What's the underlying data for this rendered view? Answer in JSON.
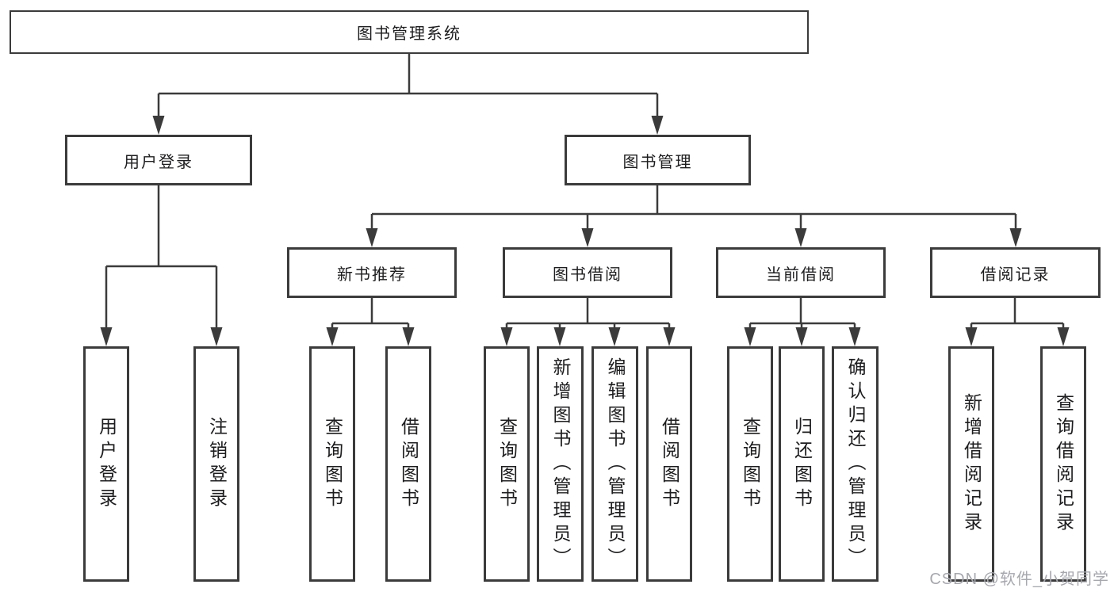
{
  "diagram": {
    "root": {
      "label": "图书管理系统"
    },
    "level2": {
      "user_login": {
        "label": "用户登录"
      },
      "book_management": {
        "label": "图书管理"
      }
    },
    "level3": {
      "new_book_recommend": {
        "label": "新书推荐"
      },
      "book_borrow": {
        "label": "图书借阅"
      },
      "current_borrow": {
        "label": "当前借阅"
      },
      "borrow_records": {
        "label": "借阅记录"
      }
    },
    "leaves": {
      "login": [
        "用户登录",
        "注销登录"
      ],
      "recommend": [
        "查询图书",
        "借阅图书"
      ],
      "borrow": [
        "查询图书",
        "新增图书（管理员）",
        "编辑图书（管理员）",
        "借阅图书"
      ],
      "current": [
        "查询图书",
        "归还图书",
        "确认归还（管理员）"
      ],
      "records": [
        "新增借阅记录",
        "查询借阅记录"
      ]
    }
  },
  "watermark": {
    "text": "CSDN @软件_小贺同学"
  },
  "colors": {
    "line": "#3b3b3b",
    "text": "#1d1d1f",
    "watermark": "#a7a8ae",
    "background": "#ffffff"
  }
}
